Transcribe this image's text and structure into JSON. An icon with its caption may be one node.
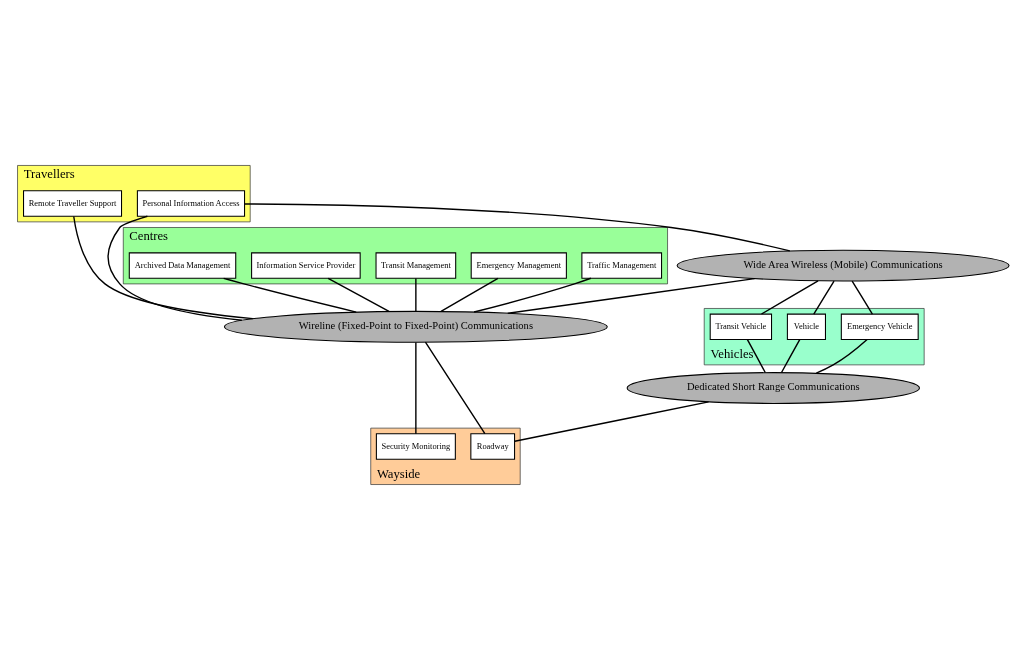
{
  "diagram": {
    "nodes": [
      {
        "text": [
          "Travellers"
        ]
      },
      {
        "text": [
          "Remote Traveller Support"
        ],
        "in": 0
      },
      {
        "text": [
          "Personal Information Access"
        ],
        "in": 0
      },
      {
        "text": [
          "Centres"
        ]
      },
      {
        "text": [
          "Traffic Management"
        ],
        "in": 3
      },
      {
        "text": [
          "Emergency Management"
        ],
        "in": 3
      },
      {
        "text": [
          "Transit Management"
        ],
        "in": 3
      },
      {
        "text": [
          "Information Service Provider"
        ],
        "in": 3
      },
      {
        "text": [
          "Archived Data Management"
        ],
        "in": 3
      },
      {
        "text": [
          "Wide Area Wireless (Mobile) Communications"
        ]
      },
      {
        "text": [
          "Wireline (Fixed-Point to Fixed-Point) Communications"
        ]
      },
      {
        "text": [
          "Vehicles"
        ]
      },
      {
        "text": [
          "Vehicle"
        ],
        "in": 11
      },
      {
        "text": [
          "Transit Vehicle"
        ],
        "in": 11
      },
      {
        "text": [
          "Emergency Vehicle"
        ],
        "in": 11
      },
      {
        "text": [
          "Dedicated Short Range Communications"
        ]
      },
      {
        "text": [
          "Wayside"
        ]
      },
      {
        "text": [
          "Roadway"
        ],
        "in": 16
      },
      {
        "text": [
          "Security Monitoring"
        ],
        "in": 16
      }
    ],
    "edges": [
      {
        "from": 1,
        "to": 10,
        "arrow": "none"
      },
      {
        "from": 2,
        "to": 10,
        "arrow": "none"
      },
      {
        "from": 4,
        "to": 10,
        "arrow": "none"
      },
      {
        "from": 2,
        "to": 9,
        "arrow": "none"
      },
      {
        "from": 5,
        "to": 10,
        "arrow": "none"
      },
      {
        "from": 6,
        "to": 10,
        "arrow": "none"
      },
      {
        "from": 8,
        "to": 10,
        "arrow": "none"
      },
      {
        "from": 7,
        "to": 10,
        "arrow": "none"
      },
      {
        "from": 9,
        "to": 10,
        "arrow": "none"
      },
      {
        "from": 9,
        "to": 12,
        "arrow": "none"
      },
      {
        "from": 9,
        "to": 13,
        "arrow": "none"
      },
      {
        "from": 9,
        "to": 14,
        "arrow": "none"
      },
      {
        "from": 10,
        "to": 17,
        "arrow": "none"
      },
      {
        "from": 10,
        "to": 18,
        "arrow": "none"
      },
      {
        "from": 12,
        "to": 15,
        "arrow": "none"
      },
      {
        "from": 13,
        "to": 15,
        "arrow": "none"
      },
      {
        "from": 14,
        "to": 15,
        "arrow": "none"
      },
      {
        "from": 15,
        "to": 17,
        "arrow": "none"
      }
    ]
  }
}
